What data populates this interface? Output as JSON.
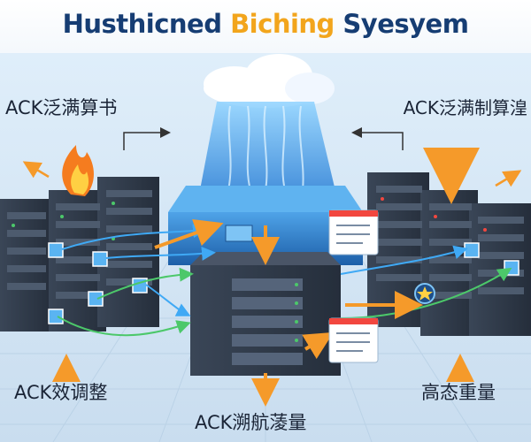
{
  "title": {
    "part1": "Husthicned ",
    "part2": "Biching",
    "part3": " Syesyem",
    "accent_color": "#f2a51c",
    "color": "#163d73"
  },
  "labels": {
    "top_left": "ACK泛满算书",
    "top_right": "ACK泛满制算湟",
    "bottom_left": "ACK效调整",
    "bottom_right": "高态重量",
    "bottom_center": "ACK溯航蓤量"
  },
  "icons": [
    "cloud-icon",
    "flame-icon",
    "server-rack-icon",
    "document-card-icon",
    "arrow-icon",
    "star-badge-icon",
    "sensor-node-icon"
  ],
  "colors": {
    "arrow_orange": "#f59a2a",
    "flow_blue": "#3fa9f5",
    "flow_green": "#4cc86a",
    "server_dark": "#2d3746",
    "cloud": "#ffffff"
  }
}
